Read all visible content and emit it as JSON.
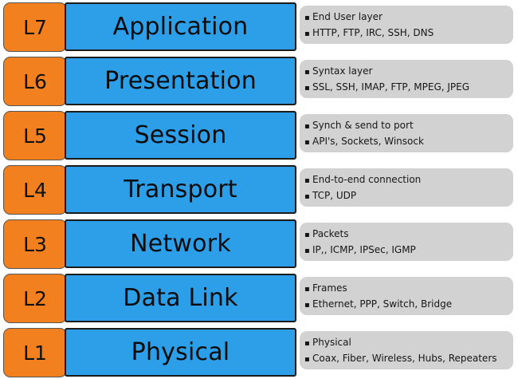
{
  "layers": [
    {
      "badge": "L7",
      "name": "Application",
      "lines": [
        "End User layer",
        "HTTP, FTP, IRC, SSH, DNS"
      ]
    },
    {
      "badge": "L6",
      "name": "Presentation",
      "lines": [
        "Syntax layer",
        "SSL, SSH, IMAP, FTP, MPEG, JPEG"
      ]
    },
    {
      "badge": "L5",
      "name": "Session",
      "lines": [
        "Synch & send to port",
        "API's, Sockets, Winsock"
      ]
    },
    {
      "badge": "L4",
      "name": "Transport",
      "lines": [
        "End-to-end connection",
        "TCP, UDP"
      ]
    },
    {
      "badge": "L3",
      "name": "Network",
      "lines": [
        "Packets",
        "IP,, ICMP, IPSec, IGMP"
      ]
    },
    {
      "badge": "L2",
      "name": "Data Link",
      "lines": [
        "Frames",
        "Ethernet, PPP, Switch, Bridge"
      ]
    },
    {
      "badge": "L1",
      "name": "Physical",
      "lines": [
        "Physical",
        "Coax, Fiber, Wireless, Hubs, Repeaters"
      ]
    }
  ],
  "colors": {
    "badge": "#f2801f",
    "name_box": "#2d9ee8",
    "description_box": "#d2d2d2"
  },
  "bullet_symbol": "▪"
}
